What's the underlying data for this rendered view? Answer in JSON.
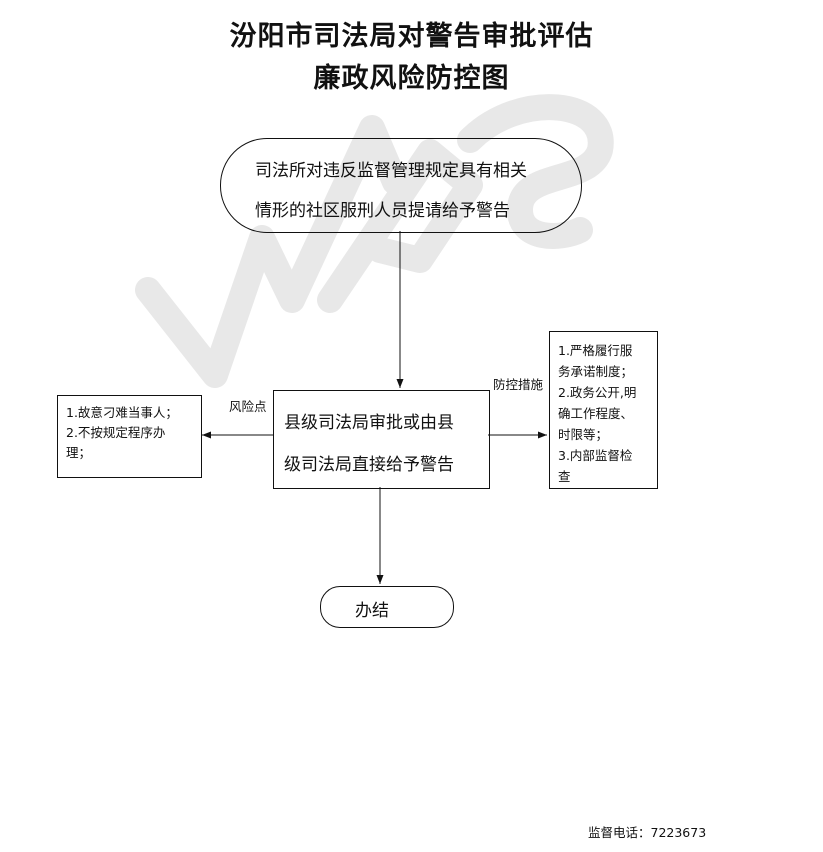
{
  "title": {
    "line1": "汾阳市司法局对警告审批评估",
    "line2": "廉政风险防控图"
  },
  "start_node": {
    "line1": "司法所对违反监督管理规定具有相关",
    "line2": "情形的社区服刑人员提请给予警告"
  },
  "center_node": {
    "line1": "县级司法局审批或由县",
    "line2": "级司法局直接给予警告"
  },
  "risk": {
    "label": "风险点",
    "items": [
      "1.故意刁难当事人；",
      "2.不按规定程序办",
      "理；"
    ]
  },
  "control": {
    "label": "防控措施",
    "items": [
      "1.严格履行服",
      "务承诺制度；",
      "2.政务公开,明",
      "确工作程度、",
      "时限等；",
      "3.内部监督检",
      "查"
    ]
  },
  "end_node": {
    "label": "办结"
  },
  "footer": {
    "hotline": "监督电话：7223673"
  },
  "colors": {
    "line": "#111111",
    "watermark": "#e6e6e6"
  }
}
